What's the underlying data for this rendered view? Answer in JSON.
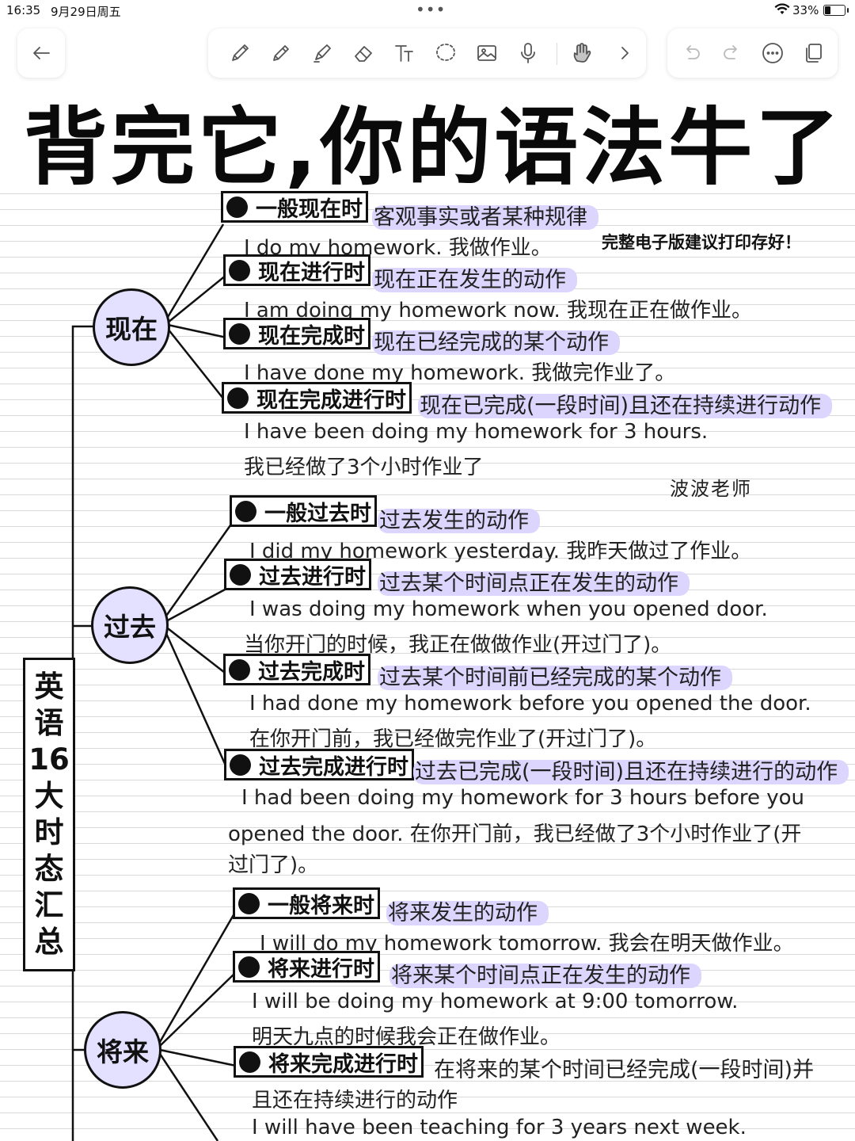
{
  "status_bar": {
    "time": "16:35",
    "date": "9月29日周五",
    "dots": "•••",
    "battery_text": "33%",
    "battery_level": 0.33
  },
  "toolbar": {
    "back_icon": "arrow-left-icon",
    "tools": [
      "pen-icon",
      "pencil-icon",
      "marker-icon",
      "eraser-icon",
      "text-icon",
      "lasso-icon",
      "image-icon",
      "microphone-icon",
      "hand-draw-icon",
      "chevron-right-icon"
    ],
    "right": [
      "undo-icon",
      "redo-icon",
      "more-icon",
      "pages-icon"
    ]
  },
  "title": "背完它,你的语法牛了",
  "vertical_title": [
    "英",
    "语",
    "16",
    "大",
    "时",
    "态",
    "汇",
    "总"
  ],
  "note": "完整电子版建议打印存好！",
  "author": "波波老师",
  "groups": [
    {
      "label": "现在",
      "tenses": [
        {
          "name": "一般现在时",
          "desc": "客观事实或者某种规律",
          "example": [
            "I do my homework. 我做作业。"
          ]
        },
        {
          "name": "现在进行时",
          "desc": "现在正在发生的动作",
          "example": [
            "I am doing my homework now. 我现在正在做作业。"
          ]
        },
        {
          "name": "现在完成时",
          "desc": "现在已经完成的某个动作",
          "example": [
            "I have done my homework. 我做完作业了。"
          ]
        },
        {
          "name": "现在完成进行时",
          "desc": "现在已完成(一段时间)且还在持续进行动作",
          "example": [
            "I have been doing my homework for 3 hours.",
            "我已经做了3个小时作业了"
          ]
        }
      ]
    },
    {
      "label": "过去",
      "tenses": [
        {
          "name": "一般过去时",
          "desc": "过去发生的动作",
          "example": [
            "I did my homework yesterday. 我昨天做过了作业。"
          ]
        },
        {
          "name": "过去进行时",
          "desc": "过去某个时间点正在发生的动作",
          "example": [
            "I was doing my homework when you opened door.",
            "当你开门的时候，我正在做做作业(开过门了)。"
          ]
        },
        {
          "name": "过去完成时",
          "desc": "过去某个时间前已经完成的某个动作",
          "example": [
            "I had done my homework before you opened the door.",
            "在你开门前，我已经做完作业了(开过门了)。"
          ]
        },
        {
          "name": "过去完成进行时",
          "desc": "过去已完成(一段时间)且还在持续进行的动作",
          "example": [
            "I had been doing my homework for 3 hours before you",
            "opened the door.  在你开门前，我已经做了3个小时作业了(开",
            "过门了)。"
          ]
        }
      ]
    },
    {
      "label": "将来",
      "tenses": [
        {
          "name": "一般将来时",
          "desc": "将来发生的动作",
          "example": [
            "I will do my homework tomorrow. 我会在明天做作业。"
          ]
        },
        {
          "name": "将来进行时",
          "desc": "将来某个时间点正在发生的动作",
          "example": [
            "I will be doing my homework at 9:00 tomorrow.",
            "明天九点的时候我会正在做作业。"
          ]
        },
        {
          "name": "将来完成进行时",
          "desc": "在将来的某个时间已经完成(一段时间)并",
          "example": [
            "且还在持续进行的动作",
            "I will have been teaching for 3 years next week."
          ]
        }
      ]
    }
  ]
}
